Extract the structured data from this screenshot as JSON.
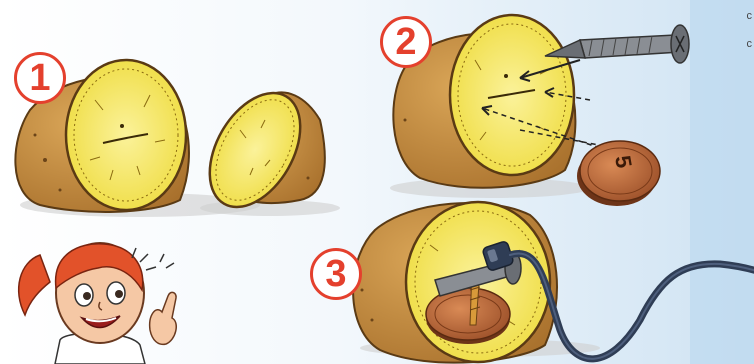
{
  "steps": [
    {
      "label": "1"
    },
    {
      "label": "2"
    },
    {
      "label": "3"
    }
  ],
  "coin": {
    "value": "5"
  },
  "edge_text": [
    "c",
    "c"
  ],
  "colors": {
    "badge": "#e4402d",
    "potato_skin": "#c08a3e",
    "potato_flesh": "#f4e65a",
    "coin": "#b4643a",
    "nail": "#6a6e74",
    "cable": "#2f3d55",
    "sky": "#cfe3f3",
    "hair": "#e2522a"
  }
}
